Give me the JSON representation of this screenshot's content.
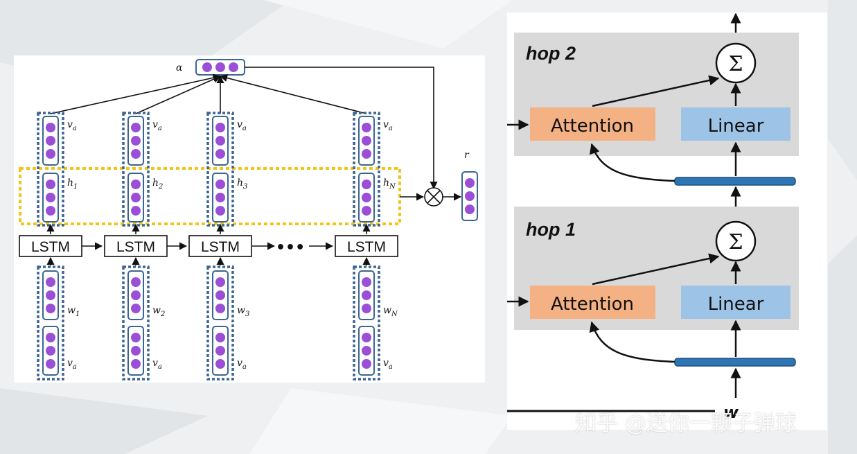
{
  "left_diagram": {
    "alpha": "α",
    "r": "r",
    "lstm_label": "LSTM",
    "ellipsis": "•••",
    "columns": [
      {
        "v_top": "v",
        "v_top_sub": "a",
        "h": "h",
        "h_sub": "1",
        "w": "w",
        "w_sub": "1",
        "v_bottom": "v",
        "v_bottom_sub": "a"
      },
      {
        "v_top": "v",
        "v_top_sub": "a",
        "h": "h",
        "h_sub": "2",
        "w": "w",
        "w_sub": "2",
        "v_bottom": "v",
        "v_bottom_sub": "a"
      },
      {
        "v_top": "v",
        "v_top_sub": "a",
        "h": "h",
        "h_sub": "3",
        "w": "w",
        "w_sub": "3",
        "v_bottom": "v",
        "v_bottom_sub": "a"
      },
      {
        "v_top": "v",
        "v_top_sub": "a",
        "h": "h",
        "h_sub": "N",
        "w": "w",
        "w_sub": "N",
        "v_bottom": "v",
        "v_bottom_sub": "a"
      }
    ]
  },
  "right_diagram": {
    "hops": [
      {
        "label": "hop  2",
        "attention": "Attention",
        "linear": "Linear",
        "sum": "Σ"
      },
      {
        "label": "hop  1",
        "attention": "Attention",
        "linear": "Linear",
        "sum": "Σ"
      }
    ],
    "bottom_glyph": "w"
  },
  "colors": {
    "node_purple": "#9b4fd6",
    "dashed_blue": "#3b6591",
    "highlight_yellow": "#f2c318",
    "attention_orange": "#f4b183",
    "linear_blue": "#9dc3e6",
    "hop_gray": "#d9d9d9",
    "memory_bar": "#2e75b6"
  },
  "watermark": "知乎 @送你一颗子弹球"
}
